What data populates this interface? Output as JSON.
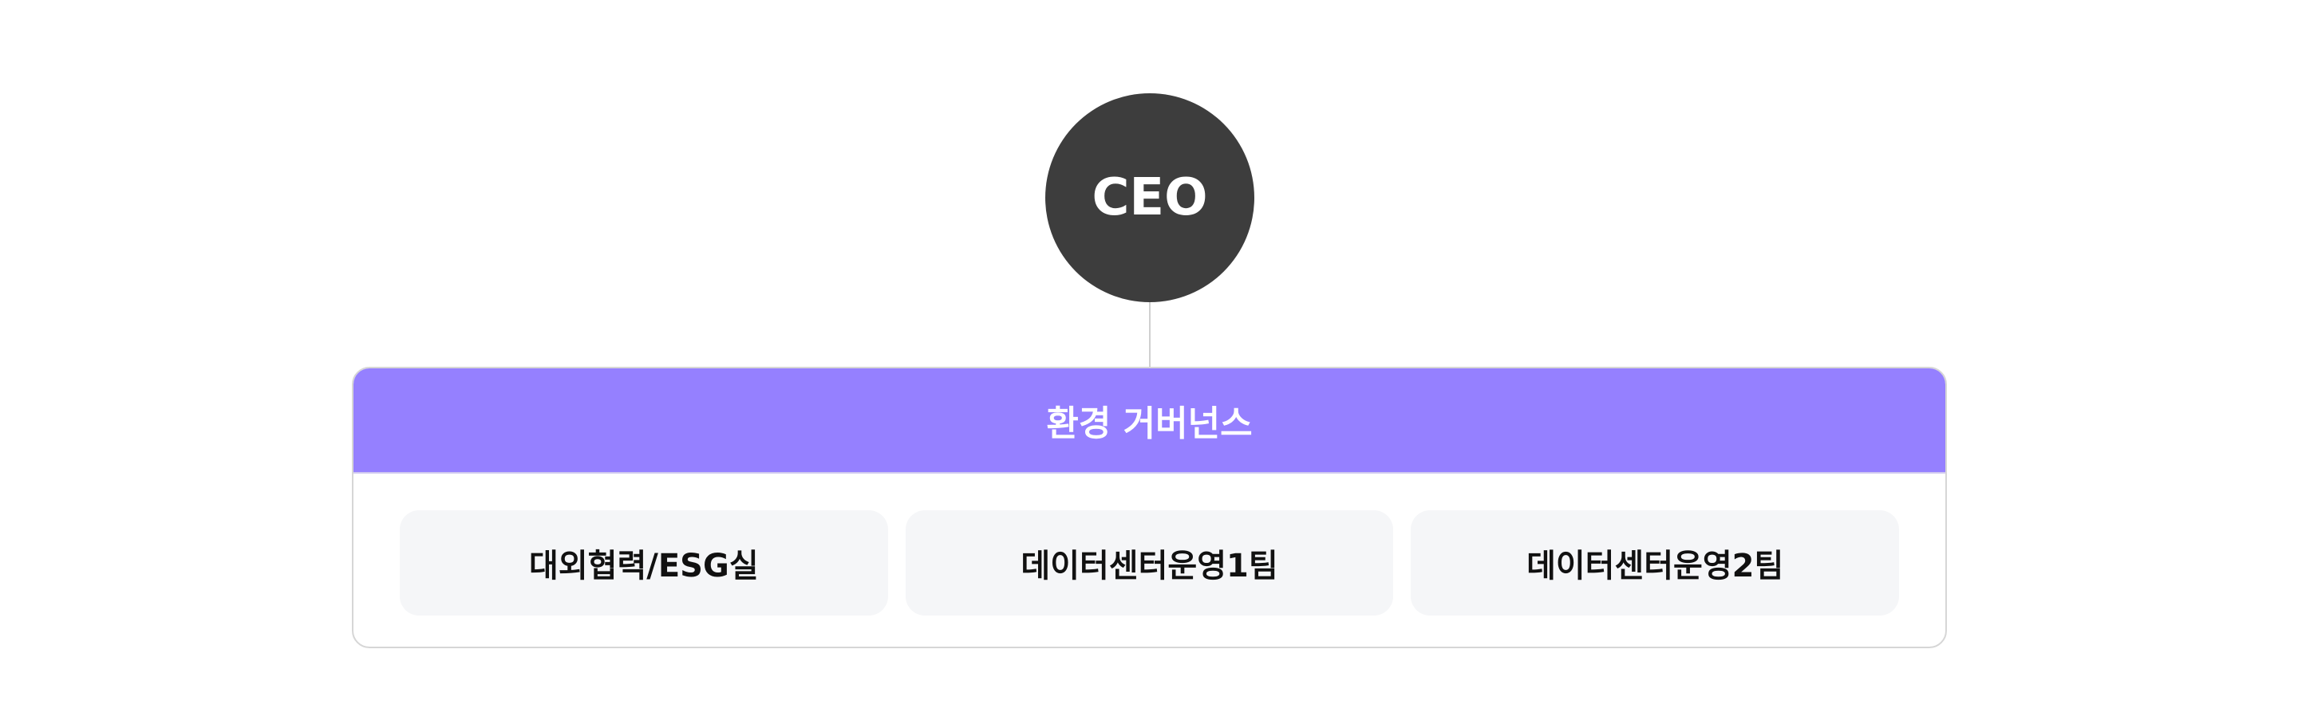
{
  "root": {
    "label": "CEO"
  },
  "group": {
    "title": "환경 거버넌스",
    "teams": [
      "대외협력/ESG실",
      "데이터센터운영1팀",
      "데이터센터운영2팀"
    ]
  },
  "colors": {
    "root": "#3d3d3d",
    "header": "#9580ff",
    "card": "#f5f6f8"
  }
}
